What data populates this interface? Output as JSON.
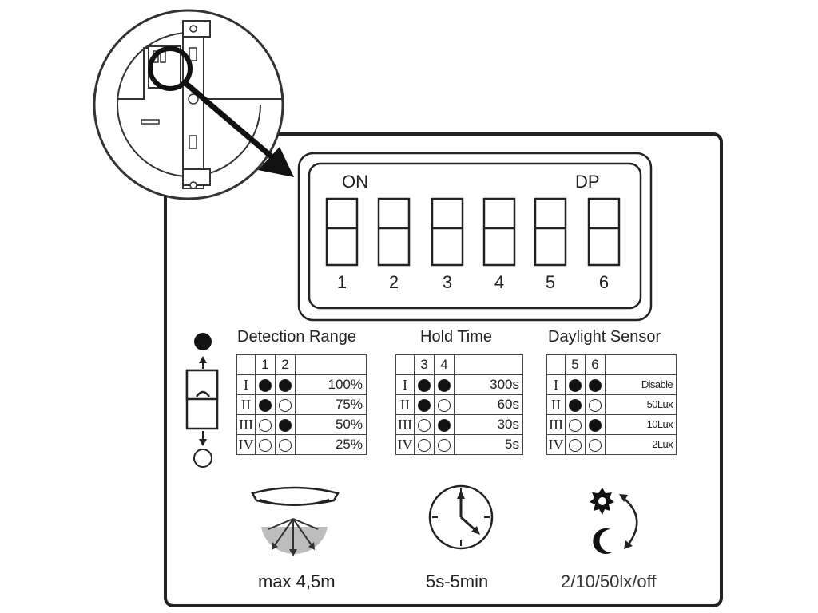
{
  "dip_switch": {
    "on_label": "ON",
    "brand_label": "DP",
    "switch_numbers": [
      "1",
      "2",
      "3",
      "4",
      "5",
      "6"
    ]
  },
  "tables": {
    "detection_range": {
      "title": "Detection Range",
      "columns": [
        "1",
        "2"
      ],
      "rows": [
        {
          "level": "I",
          "switches": [
            "on",
            "on"
          ],
          "value": "100%"
        },
        {
          "level": "II",
          "switches": [
            "on",
            "off"
          ],
          "value": "75%"
        },
        {
          "level": "III",
          "switches": [
            "off",
            "on"
          ],
          "value": "50%"
        },
        {
          "level": "IV",
          "switches": [
            "off",
            "off"
          ],
          "value": "25%"
        }
      ]
    },
    "hold_time": {
      "title": "Hold Time",
      "columns": [
        "3",
        "4"
      ],
      "rows": [
        {
          "level": "I",
          "switches": [
            "on",
            "on"
          ],
          "value": "300s"
        },
        {
          "level": "II",
          "switches": [
            "on",
            "off"
          ],
          "value": "60s"
        },
        {
          "level": "III",
          "switches": [
            "off",
            "on"
          ],
          "value": "30s"
        },
        {
          "level": "IV",
          "switches": [
            "off",
            "off"
          ],
          "value": "5s"
        }
      ]
    },
    "daylight_sensor": {
      "title": "Daylight Sensor",
      "columns": [
        "5",
        "6"
      ],
      "rows": [
        {
          "level": "I",
          "switches": [
            "on",
            "on"
          ],
          "value": "Disable"
        },
        {
          "level": "II",
          "switches": [
            "on",
            "off"
          ],
          "value": "50Lux"
        },
        {
          "level": "III",
          "switches": [
            "off",
            "on"
          ],
          "value": "10Lux"
        },
        {
          "level": "IV",
          "switches": [
            "off",
            "off"
          ],
          "value": "2Lux"
        }
      ]
    }
  },
  "captions": {
    "range": "max 4,5m",
    "time": "5s-5min",
    "daylight": "2/10/50lx/off"
  },
  "icons": [
    "sensor-lamp-icon",
    "clock-icon",
    "sun-icon",
    "moon-icon",
    "day-night-cycle-arrows-icon",
    "dip-legend-icon",
    "magnifier-circle-icon",
    "pointer-arrow-icon"
  ],
  "colors": {
    "ink": "#1a1a1a",
    "detection_cone": "#bdbdbd"
  }
}
